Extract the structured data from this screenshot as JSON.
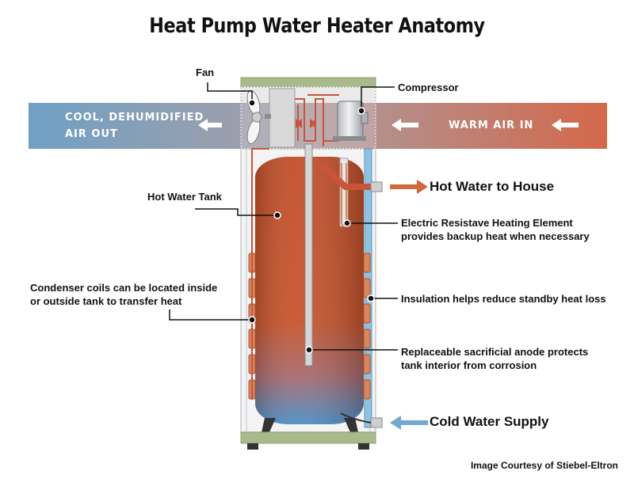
{
  "title": "Heat Pump Water Heater Anatomy",
  "airflow": {
    "out_label_line1": "COOL, DEHUMIDIFIED",
    "out_label_line2": "AIR OUT",
    "in_label": "WARM AIR IN"
  },
  "labels": {
    "fan": "Fan",
    "compressor": "Compressor",
    "hot_water_tank": "Hot Water Tank",
    "hot_water_to_house": "Hot Water to House",
    "heating_element_line1": "Electric Resistave Heating Element",
    "heating_element_line2": "provides backup heat when necessary",
    "condenser_line1": "Condenser coils can be located inside",
    "condenser_line2": "or outside tank to transfer heat",
    "insulation": "Insulation helps reduce standby heat loss",
    "anode_line1": "Replaceable sacrificial anode protects",
    "anode_line2": "tank interior from corrosion",
    "cold_water_supply": "Cold Water Supply"
  },
  "credit": "Image Courtesy of Stiebel-Eltron",
  "colors": {
    "cool_air": "#6f9fc4",
    "warm_air": "#d0674a",
    "tank_top": "#c1502c",
    "tank_bottom": "#4c8ec4",
    "frame_green": "#a9b98c",
    "hot_arrow": "#d2683e",
    "cold_arrow": "#74a9cf",
    "pipe_blue": "#8fc2e2"
  }
}
